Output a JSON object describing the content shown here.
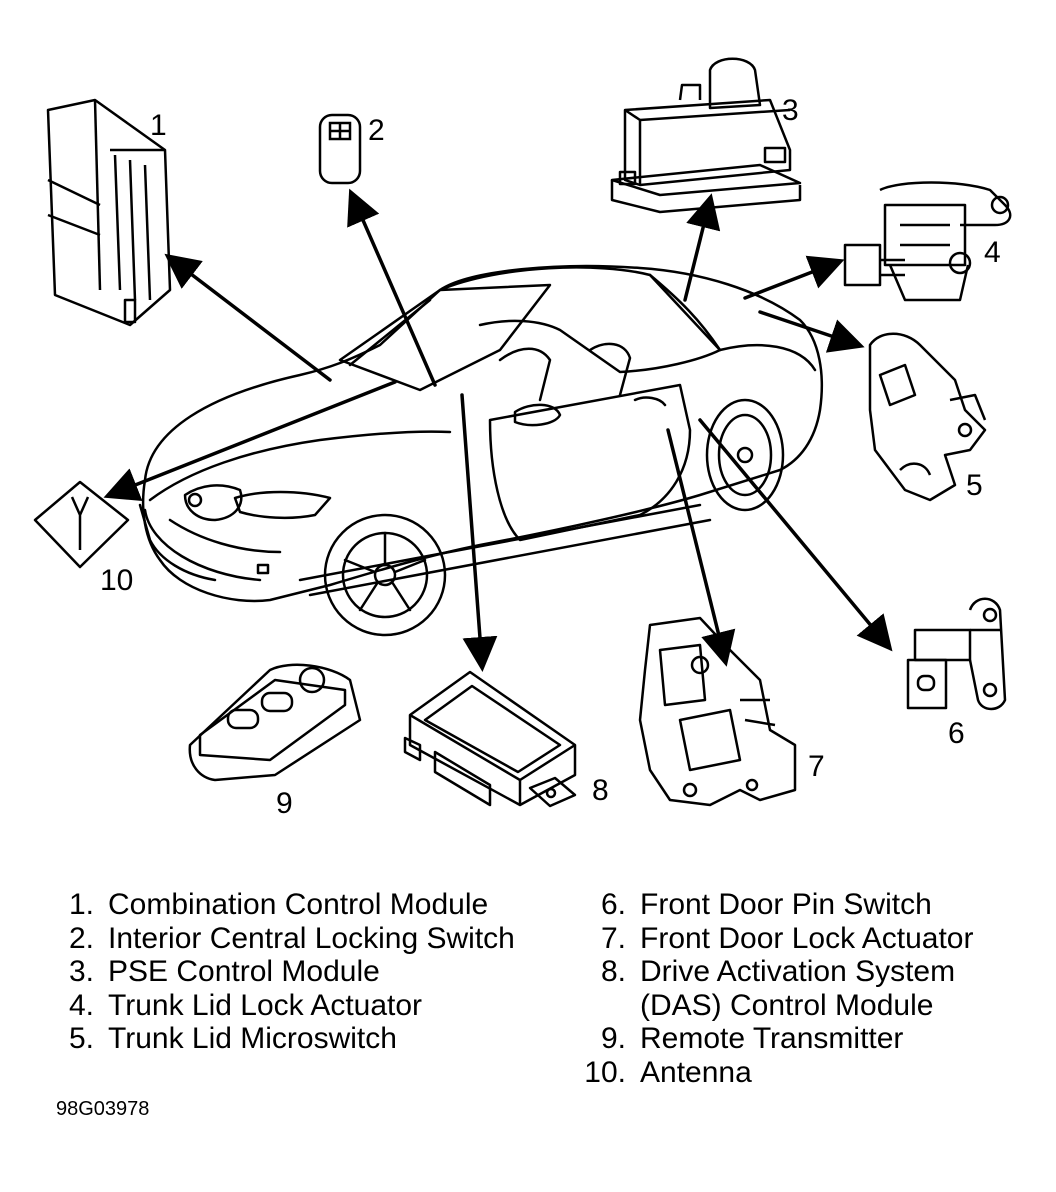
{
  "callouts": [
    "1",
    "2",
    "3",
    "4",
    "5",
    "6",
    "7",
    "8",
    "9",
    "10"
  ],
  "legend_left": [
    {
      "num": "1.",
      "text": "Combination Control Module"
    },
    {
      "num": "2.",
      "text": "Interior Central Locking Switch"
    },
    {
      "num": "3.",
      "text": "PSE Control Module"
    },
    {
      "num": "4.",
      "text": "Trunk Lid Lock Actuator"
    },
    {
      "num": "5.",
      "text": "Trunk Lid Microswitch"
    }
  ],
  "legend_right": [
    {
      "num": "6.",
      "text": "Front Door Pin Switch"
    },
    {
      "num": "7.",
      "text": "Front Door Lock Actuator"
    },
    {
      "num": "8.",
      "text": "Drive Activation System"
    },
    {
      "num": "",
      "text": "(DAS) Control Module"
    },
    {
      "num": "9.",
      "text": "Remote Transmitter"
    },
    {
      "num": "10.",
      "text": "Antenna"
    }
  ],
  "drawing_id": "98G03978"
}
